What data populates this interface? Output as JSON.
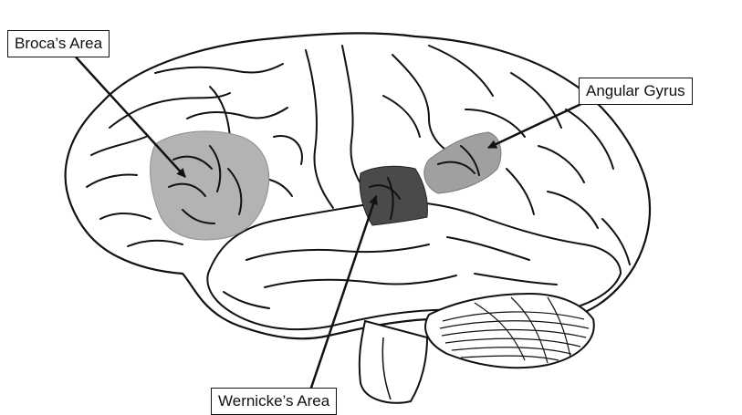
{
  "labels": {
    "broca": "Broca’s Area",
    "angular": "Angular Gyrus",
    "wernicke": "Wernicke’s Area"
  },
  "colors": {
    "outline": "#111111",
    "broca_fill": "#b3b3b3",
    "angular_fill": "#a0a0a0",
    "wernicke_fill": "#4a4a4a",
    "background": "#ffffff"
  }
}
